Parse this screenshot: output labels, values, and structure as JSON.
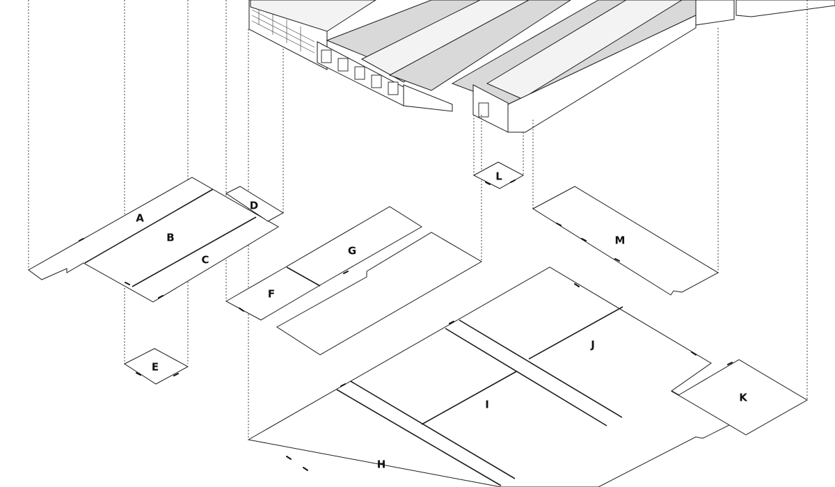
{
  "diagram": {
    "zones": [
      {
        "id": "A",
        "label": "A"
      },
      {
        "id": "B",
        "label": "B"
      },
      {
        "id": "C",
        "label": "C"
      },
      {
        "id": "D",
        "label": "D"
      },
      {
        "id": "E",
        "label": "E"
      },
      {
        "id": "F",
        "label": "F"
      },
      {
        "id": "G",
        "label": "G"
      },
      {
        "id": "H",
        "label": "H"
      },
      {
        "id": "I",
        "label": "I"
      },
      {
        "id": "J",
        "label": "J"
      },
      {
        "id": "K",
        "label": "K"
      },
      {
        "id": "L",
        "label": "L"
      },
      {
        "id": "M",
        "label": "M"
      }
    ]
  }
}
